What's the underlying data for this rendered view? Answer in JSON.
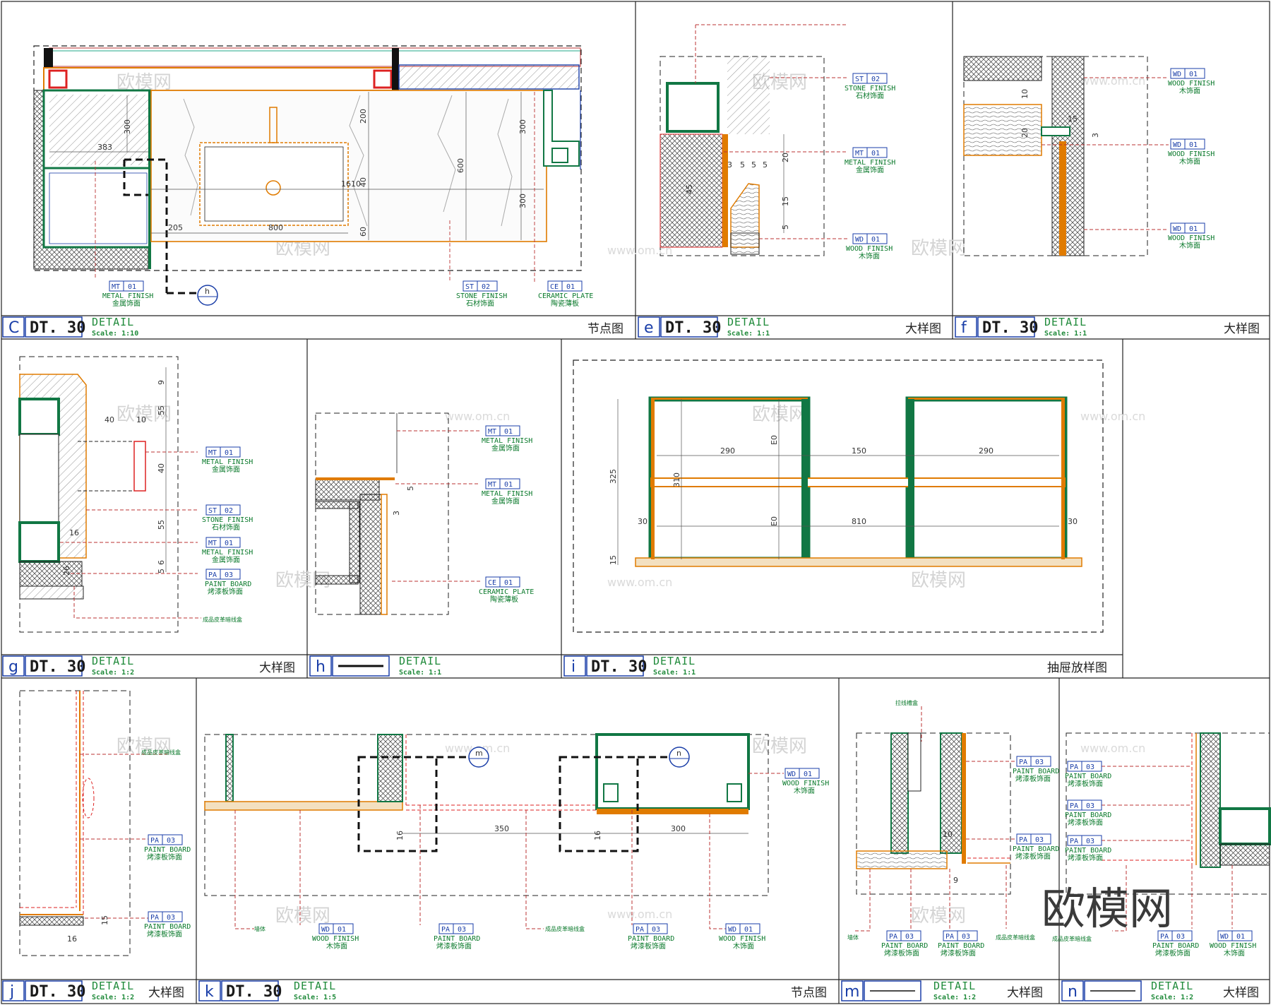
{
  "panels": [
    {
      "letter": "C",
      "dt": "DT. 30",
      "detail": "DETAIL",
      "scale": "Scale: 1:10",
      "cn": "节点图"
    },
    {
      "letter": "e",
      "dt": "DT. 30",
      "detail": "DETAIL",
      "scale": "Scale: 1:1",
      "cn": "大样图"
    },
    {
      "letter": "f",
      "dt": "DT. 30",
      "detail": "DETAIL",
      "scale": "Scale: 1:1",
      "cn": "大样图"
    },
    {
      "letter": "g",
      "dt": "DT. 30",
      "detail": "DETAIL",
      "scale": "Scale: 1:2",
      "cn": "大样图"
    },
    {
      "letter": "h",
      "dt": "",
      "detail": "DETAIL",
      "scale": "Scale: 1:1",
      "cn": ""
    },
    {
      "letter": "i",
      "dt": "DT. 30",
      "detail": "DETAIL",
      "scale": "Scale: 1:1",
      "cn": "抽屉放样图"
    },
    {
      "letter": "j",
      "dt": "DT. 30",
      "detail": "DETAIL",
      "scale": "Scale: 1:2",
      "cn": "大样图"
    },
    {
      "letter": "k",
      "dt": "DT. 30",
      "detail": "DETAIL",
      "scale": "Scale: 1:5",
      "cn": "节点图"
    },
    {
      "letter": "m",
      "dt": "",
      "detail": "DETAIL",
      "scale": "Scale: 1:2",
      "cn": "大样图"
    },
    {
      "letter": "n",
      "dt": "",
      "detail": "DETAIL",
      "scale": "Scale: 1:2",
      "cn": "大样图"
    }
  ],
  "tags": {
    "mt01": {
      "code": "MT",
      "num": "01",
      "en": "METAL FINISH",
      "cn": "金属饰面"
    },
    "st02": {
      "code": "ST",
      "num": "02",
      "en": "STONE FINISH",
      "cn": "石材饰面"
    },
    "ce01": {
      "code": "CE",
      "num": "01",
      "en": "CERAMIC PLATE",
      "cn": "陶瓷薄板"
    },
    "wd01": {
      "code": "WD",
      "num": "01",
      "en": "WOOD FINISH",
      "cn": "木饰面"
    },
    "pa03": {
      "code": "PA",
      "num": "03",
      "en": "PAINT BOARD",
      "cn": "烤漆板饰面"
    }
  },
  "callouts": {
    "h": "h",
    "m": "m",
    "n": "n"
  },
  "dims_c": [
    "383",
    "300",
    "200",
    "300",
    "600",
    "1610",
    "300",
    "800",
    "205",
    "60",
    "40"
  ],
  "dims_e": [
    "3",
    "5",
    "5",
    "5",
    "20",
    "15",
    "5",
    "45"
  ],
  "dims_f": [
    "10",
    "20",
    "15",
    "3"
  ],
  "dims_g": [
    "9",
    "55",
    "40",
    "10",
    "40",
    "55",
    "16",
    "26",
    "6",
    "5"
  ],
  "dims_i": [
    "290",
    "150",
    "290",
    "325",
    "310",
    "E0",
    "E0",
    "810",
    "30",
    "30",
    "15"
  ],
  "dims_k": [
    "350",
    "300",
    "16",
    "16"
  ],
  "dims_j": [
    "16",
    "15"
  ],
  "dims_m": [
    "10",
    "9"
  ],
  "watermark": {
    "cn": "欧模网",
    "url": "www.om.cn"
  },
  "logo": "欧模网"
}
